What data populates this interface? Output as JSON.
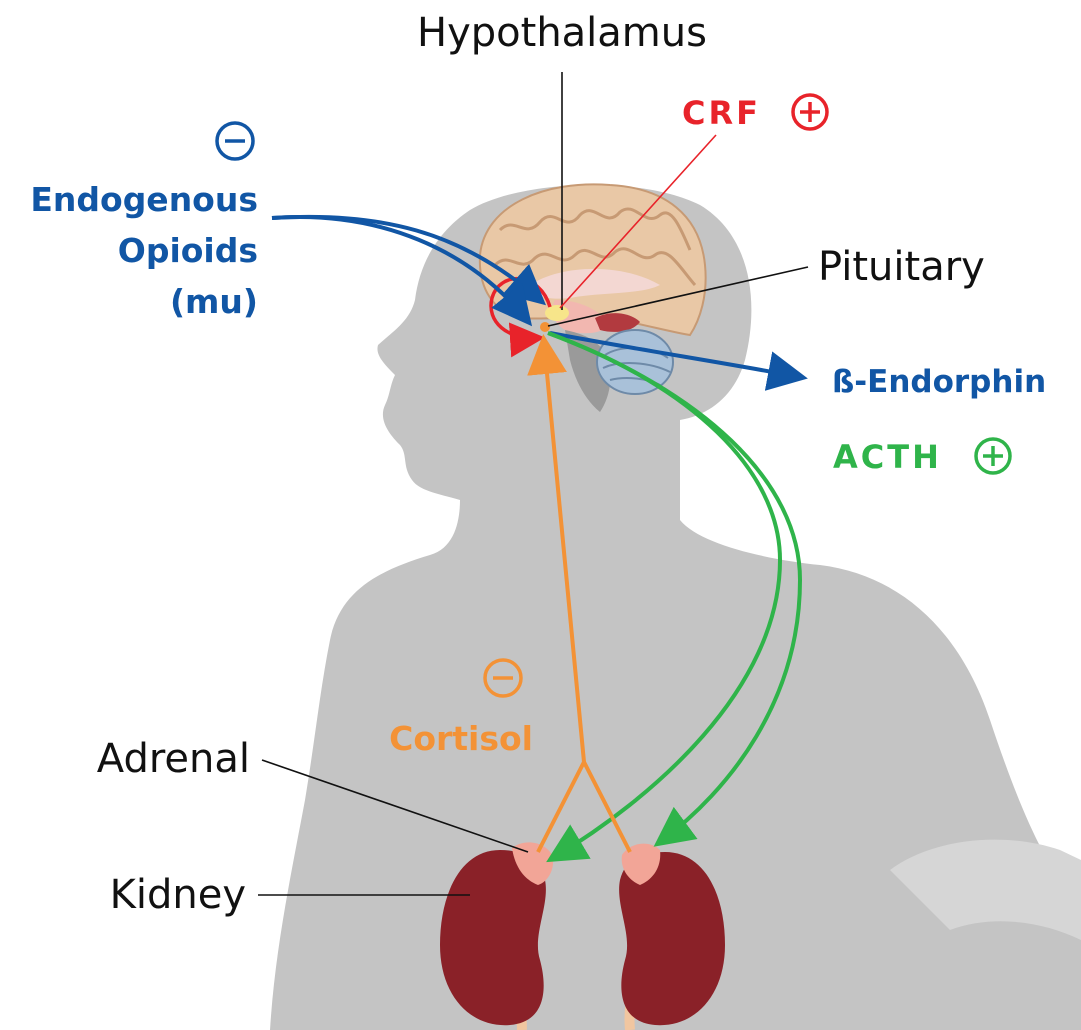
{
  "labels": {
    "hypothalamus": "Hypothalamus",
    "pituitary": "Pituitary",
    "adrenal": "Adrenal",
    "kidney": "Kidney",
    "crf": "CRF",
    "endogenous": "Endogenous",
    "opioids": "Opioids",
    "mu": "(mu)",
    "beta_endorphin": "ß-Endorphin",
    "acth": "ACTH",
    "cortisol": "Cortisol"
  },
  "colors": {
    "silhouette": "#c4c4c4",
    "crf": "#e8232a",
    "opioids": "#1156a5",
    "acth": "#2fb44a",
    "cortisol": "#f39236",
    "kidney": "#8a2128",
    "adrenal": "#f2a597",
    "brain": "#e9c8a6",
    "cerebellum": "#a9c1d9"
  },
  "signs": {
    "crf": "stimulatory",
    "acth": "stimulatory",
    "opioids": "inhibitory",
    "cortisol": "inhibitory"
  }
}
